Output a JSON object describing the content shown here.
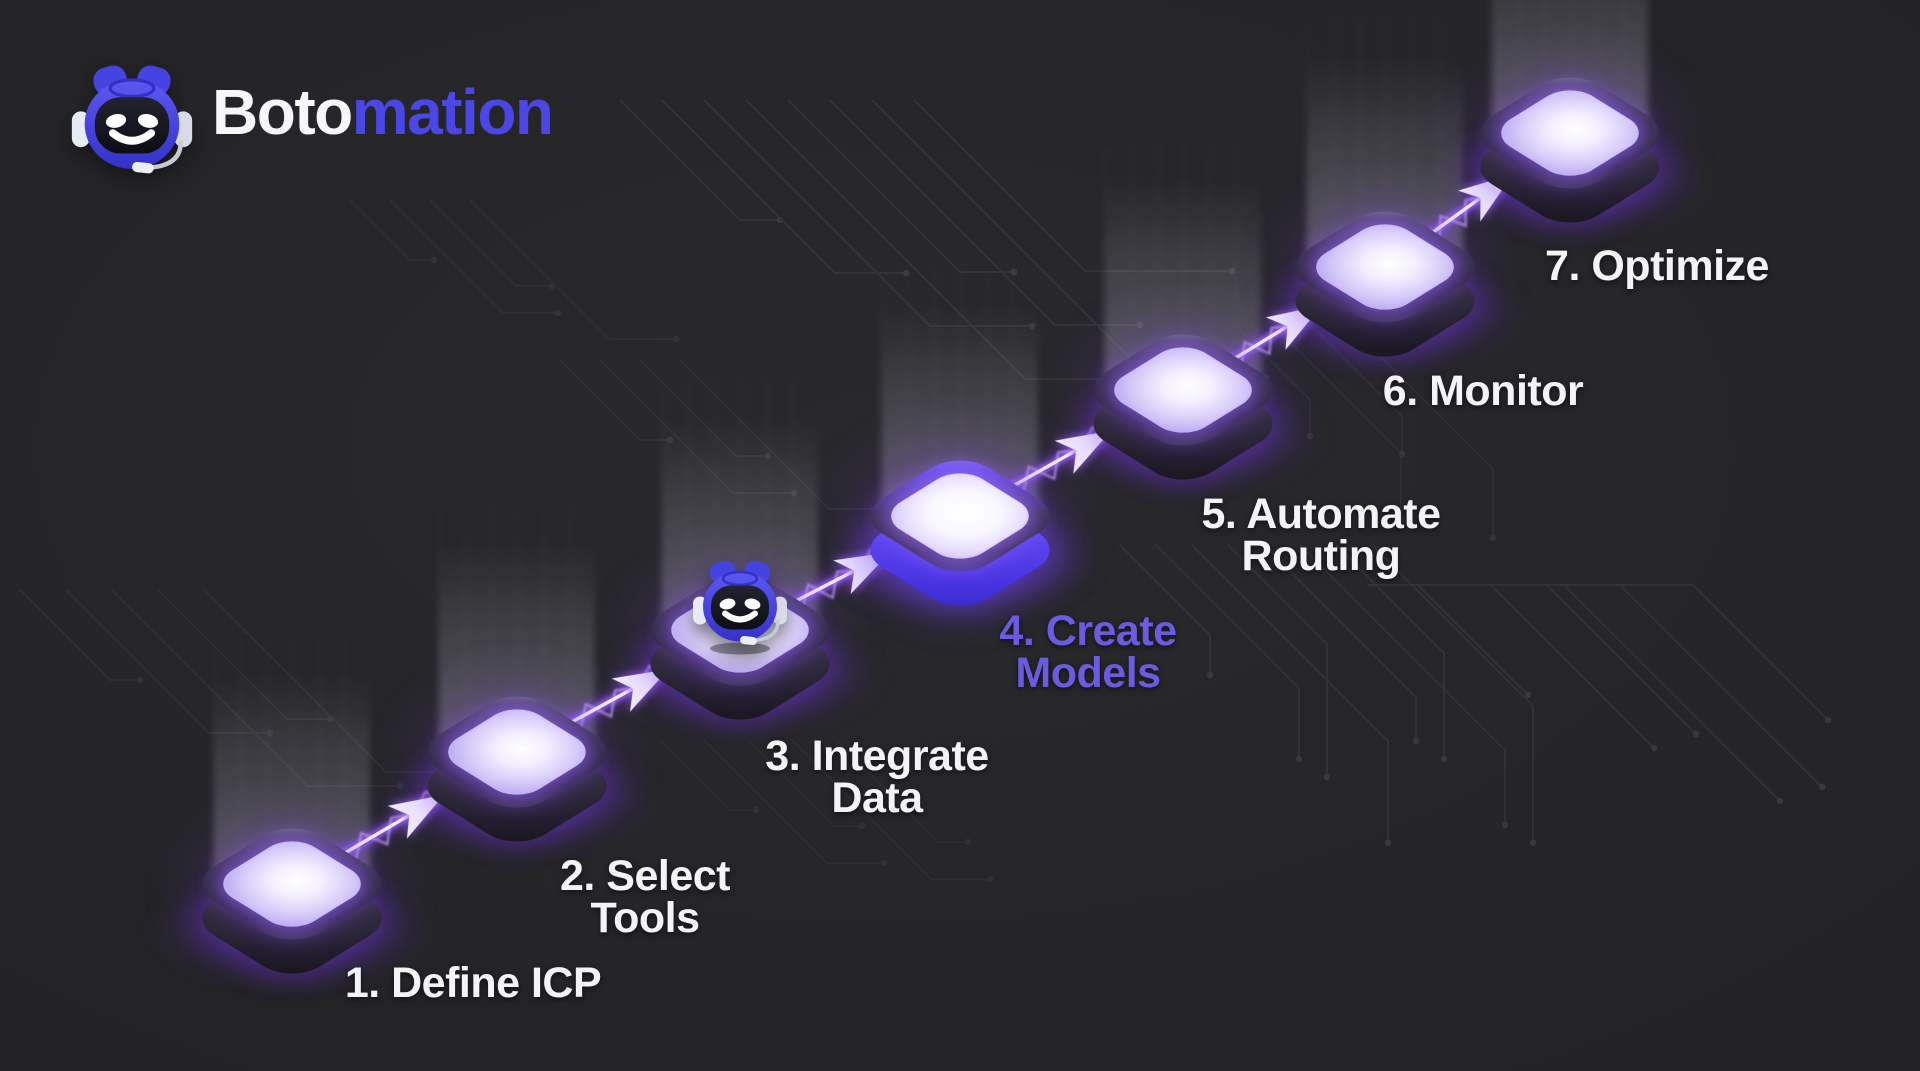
{
  "title": "Botomation 7-step automation process diagram",
  "brand": {
    "name_primary": "Boto",
    "name_secondary": "mation",
    "logo_icon": "robot-mascot-icon"
  },
  "steps": [
    {
      "num": "1",
      "label": "1. Define ICP",
      "lines": [
        "1. Define ICP"
      ],
      "highlighted": false,
      "has_robot": false
    },
    {
      "num": "2",
      "label": "2. Select Tools",
      "lines": [
        "2. Select",
        "Tools"
      ],
      "highlighted": false,
      "has_robot": false
    },
    {
      "num": "3",
      "label": "3. Integrate Data",
      "lines": [
        "3. Integrate",
        "Data"
      ],
      "highlighted": false,
      "has_robot": true
    },
    {
      "num": "4",
      "label": "4. Create Models",
      "lines": [
        "4. Create",
        "Models"
      ],
      "highlighted": true,
      "has_robot": false
    },
    {
      "num": "5",
      "label": "5. Automate Routing",
      "lines": [
        "5. Automate",
        "Routing"
      ],
      "highlighted": false,
      "has_robot": false
    },
    {
      "num": "6",
      "label": "6. Monitor",
      "lines": [
        "6. Monitor"
      ],
      "highlighted": false,
      "has_robot": false
    },
    {
      "num": "7",
      "label": "7. Optimize",
      "lines": [
        "7. Optimize"
      ],
      "highlighted": false,
      "has_robot": false
    }
  ],
  "colors": {
    "background": "#232326",
    "label_white": "#f4f3f6",
    "highlight_label": "#6a5be0",
    "logo_secondary": "#4a47e6",
    "accent_purple": "#7c5bff",
    "arrow_glow": "#8b46ff",
    "arrow_core": "#f6f0ff",
    "tile_face_lavender": "#d6cbf9",
    "tile_highlight_side": "#5b4cf5",
    "circuit_trace": "#3d3d43"
  }
}
